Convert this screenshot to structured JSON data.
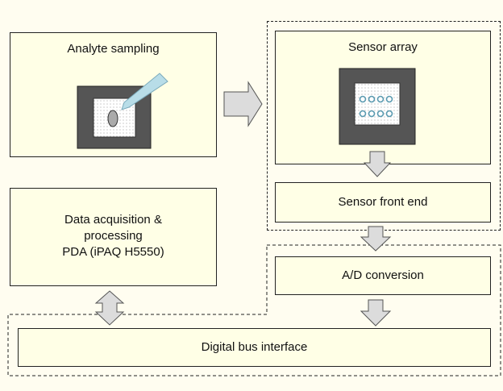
{
  "blocks": {
    "analyte_sampling": "Analyte sampling",
    "sensor_array": "Sensor array",
    "sensor_front_end": "Sensor front end",
    "data_acquisition_line1": "Data acquisition &",
    "data_acquisition_line2": "processing",
    "data_acquisition_line3": "PDA (iPAQ H5550)",
    "ad_conversion": "A/D conversion",
    "digital_bus": "Digital bus interface"
  },
  "colors": {
    "block_fill": "#ffffe6",
    "page_fill": "#fffdf0",
    "arrow_fill": "#dcdcdc",
    "chip_frame": "#555555",
    "chip_dots": "#dddddd",
    "sensor_dot": "#5a9ab0",
    "pipette": "#b8dde8"
  }
}
